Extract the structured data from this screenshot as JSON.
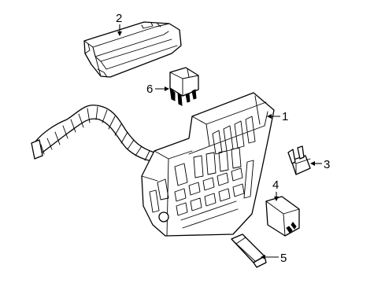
{
  "diagram": {
    "callouts": [
      {
        "number": "1"
      },
      {
        "number": "2"
      },
      {
        "number": "3"
      },
      {
        "number": "4"
      },
      {
        "number": "5"
      },
      {
        "number": "6"
      }
    ]
  }
}
